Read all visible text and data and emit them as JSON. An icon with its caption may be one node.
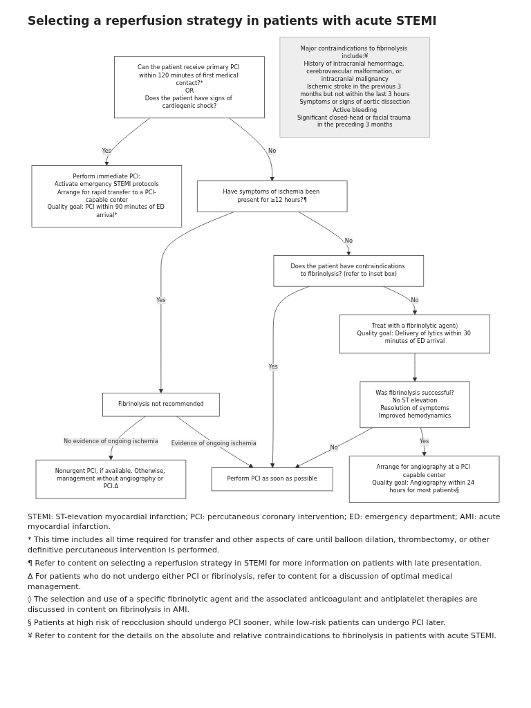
{
  "diagram": {
    "title": "Selecting a reperfusion strategy in patients with acute STEMI",
    "nodes": [
      {
        "text": [
          "Can the patient receive primary PCI within 120 minutes of first medical contact?*",
          "OR",
          "Does the patient have signs of cardiogenic shock?"
        ]
      },
      {
        "text": [
          "Perform immediate PCI:",
          "Activate emergency STEMI protocols",
          "Arrange for rapid transfer to a PCI-capable center",
          "Quality goal: PCI within 90 minutes of ED arrival*"
        ]
      },
      {
        "text": [
          "Have symptoms of ischemia been present for ≥12 hours?¶"
        ]
      },
      {
        "text": [
          "Fibrinolysis not recommended"
        ]
      },
      {
        "text": [
          "Does the patient have contraindications to fibrinolysis? (refer to inset box)"
        ]
      },
      {
        "text": [
          "Treat with a fibrinolytic agent◊",
          "Quality goal: Delivery of lytics within 30 minutes of ED arrival"
        ]
      },
      {
        "text": [
          "Was fibrinolysis successful?",
          "No ST elevation",
          "Resolution of symptoms",
          "Improved hemodynamics"
        ]
      },
      {
        "text": [
          "Nonurgent PCI, if available. Otherwise, management without angiography or PCI.Δ"
        ]
      },
      {
        "text": [
          "Perform PCI as soon as possible"
        ]
      },
      {
        "text": [
          "Arrange for angiography at a PCI capable center",
          "Quality goal: Angiography within 24 hours for most patients§"
        ]
      },
      {
        "text": [
          "Major contraindications to fibrinolysis include:¥",
          "History of intracranial hemorrhage, cerebrovascular malformation, or intracranial malignancy",
          "Ischemic stroke in the previous 3 months but not within the last 3 hours",
          "Symptoms or signs of aortic dissection",
          "Active bleeding",
          "Significant closed-head or facial trauma in the preceding 3 months"
        ]
      }
    ],
    "edges": [
      {
        "from": 0,
        "to": 1,
        "arrow": "to",
        "label": "Yes"
      },
      {
        "from": 0,
        "to": 2,
        "arrow": "to",
        "label": "No"
      },
      {
        "from": 2,
        "to": 3,
        "arrow": "to",
        "label": "Yes"
      },
      {
        "from": 2,
        "to": 4,
        "arrow": "to",
        "label": "No"
      },
      {
        "from": 3,
        "to": 7,
        "arrow": "to",
        "label": "No evidence of ongoing ischemia"
      },
      {
        "from": 3,
        "to": 8,
        "arrow": "to",
        "label": "Evidence of ongoing ischemia"
      },
      {
        "from": 4,
        "to": 8,
        "arrow": "to",
        "label": "Yes"
      },
      {
        "from": 4,
        "to": 5,
        "arrow": "to",
        "label": "No"
      },
      {
        "from": 5,
        "to": 6,
        "arrow": "to"
      },
      {
        "from": 6,
        "to": 8,
        "arrow": "to",
        "label": "No"
      },
      {
        "from": 6,
        "to": 9,
        "arrow": "to",
        "label": "Yes"
      }
    ],
    "labels": [
      "STEMI: ST-elevation myocardial infarction; PCI: percutaneous coronary intervention; ED: emergency department; AMI: acute myocardial infarction.",
      "* This time includes all time required for transfer and other aspects of care until balloon dilation, thrombectomy, or other definitive percutaneous intervention is performed.",
      "¶ Refer to content on selecting a reperfusion strategy in STEMI for more information on patients with late presentation.",
      "Δ For patients who do not undergo either PCI or fibrinolysis, refer to content for a discussion of optimal medical management.",
      "◊ The selection and use of a specific fibrinolytic agent and the associated anticoagulant and antiplatelet therapies are discussed in content on fibrinolysis in AMI.",
      "§ Patients at high risk of reocclusion should undergo PCI sooner, while low-risk patients can undergo PCI later.",
      "¥ Refer to content for the details on the absolute and relative contraindications to fibrinolysis in patients with acute STEMI."
    ]
  }
}
